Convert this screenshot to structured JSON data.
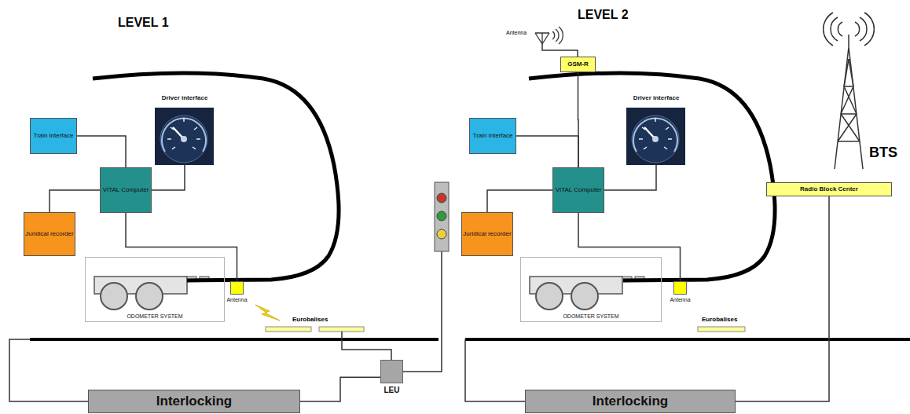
{
  "diagram": {
    "nodes": [
      {
        "text": [
          "Train interface"
        ]
      },
      {
        "text": [
          "VITAL Computer"
        ]
      },
      {
        "text": [
          "Juridical recorder"
        ]
      },
      {
        "text": [
          "Driver interface"
        ]
      },
      {
        "text": [
          "ODOMETER SYSTEM"
        ]
      },
      {
        "text": [
          "Antenna"
        ]
      },
      {
        "text": [
          "Interlocking"
        ]
      },
      {
        "text": [
          "LEU"
        ]
      },
      {
        "text": [
          "GSM-R"
        ]
      },
      {
        "text": [
          "Train interface"
        ]
      },
      {
        "text": [
          "VITAL Computer"
        ]
      },
      {
        "text": [
          "Juridical recorder"
        ]
      },
      {
        "text": [
          "Driver interface"
        ]
      },
      {
        "text": [
          "ODOMETER SYSTEM"
        ]
      },
      {
        "text": [
          "Antenna"
        ]
      },
      {
        "text": [
          "Radio Block Center"
        ]
      },
      {
        "text": [
          "Interlocking"
        ]
      }
    ],
    "edges": [
      {
        "from": 0,
        "to": 1,
        "arrow": "none"
      },
      {
        "from": 1,
        "to": 3,
        "arrow": "none"
      },
      {
        "from": 1,
        "to": 2,
        "arrow": "none"
      },
      {
        "from": 1,
        "to": 5,
        "arrow": "none"
      },
      {
        "from": 6,
        "to": 7,
        "arrow": "none"
      },
      {
        "from": 8,
        "to": 10,
        "arrow": "none"
      },
      {
        "from": 9,
        "to": 10,
        "arrow": "none"
      },
      {
        "from": 10,
        "to": 12,
        "arrow": "none"
      },
      {
        "from": 10,
        "to": 11,
        "arrow": "none"
      },
      {
        "from": 10,
        "to": 14,
        "arrow": "none"
      },
      {
        "from": 15,
        "to": 16,
        "arrow": "none"
      }
    ],
    "labels": [
      "LEVEL 1",
      "LEVEL 2",
      "Eurobalises",
      "Antenna",
      "Eurobalises",
      "BTS"
    ]
  }
}
